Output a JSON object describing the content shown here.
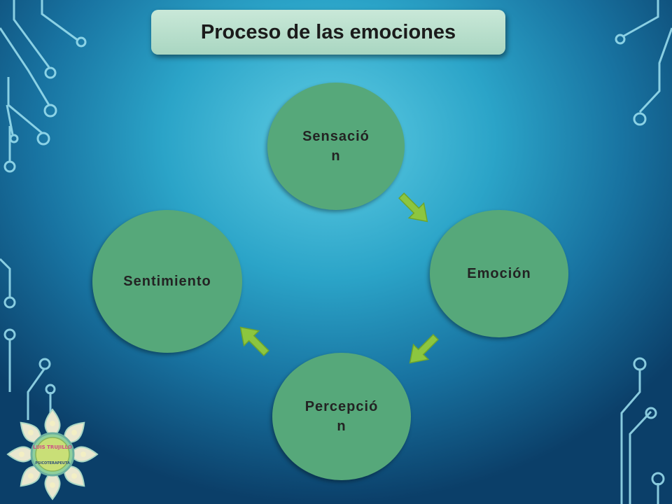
{
  "title": "Proceso de las emociones",
  "nodes": {
    "sensacion": "Sensación",
    "emocion": "Emoción",
    "percepcion": "Percepción",
    "sentimiento": "Sentimiento"
  },
  "logo": {
    "name": "LUIS TRUJILLO",
    "subtitle": "PSICOTERAPEUTA"
  },
  "colors": {
    "node_fill": "#56a87a",
    "title_fill": "#b8dec9",
    "arrow_fill": "#8cc63f",
    "circuit_line": "#9fe3f2"
  }
}
